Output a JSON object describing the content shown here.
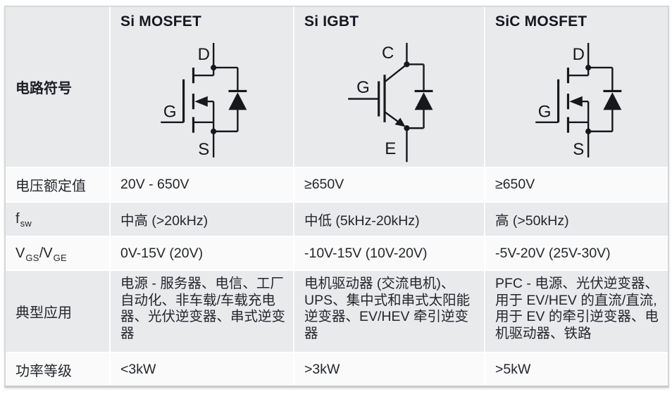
{
  "colors": {
    "row_gray": "#e9eaec",
    "row_white": "#fafafa",
    "border": "#d6d7d8",
    "text": "#23262c",
    "header_text": "#15171f"
  },
  "table": {
    "headers": {
      "col2": "Si MOSFET",
      "col3": "Si IGBT",
      "col4": "SiC MOSFET"
    },
    "symbol_row": {
      "label": "电路符号",
      "symbols": [
        {
          "type": "mosfet",
          "top_terminal": "D",
          "gate_terminal": "G",
          "bottom_terminal": "S"
        },
        {
          "type": "igbt",
          "top_terminal": "C",
          "gate_terminal": "G",
          "bottom_terminal": "E"
        },
        {
          "type": "mosfet",
          "top_terminal": "D",
          "gate_terminal": "G",
          "bottom_terminal": "S"
        }
      ]
    },
    "rows": [
      {
        "label": "电压额定值",
        "values": [
          "20V - 650V",
          "≥650V",
          "≥650V"
        ]
      },
      {
        "label_base": "f",
        "label_sub": "sw",
        "values": [
          "中高 (>20kHz)",
          "中低 (5kHz-20kHz)",
          "高 (>50kHz)"
        ]
      },
      {
        "label_base1": "V",
        "label_sub1": "GS",
        "label_sep": "/",
        "label_base2": "V",
        "label_sub2": "GE",
        "values": [
          "0V-15V (20V)",
          "-10V-15V (10V-20V)",
          "-5V-20V (25V-30V)"
        ]
      },
      {
        "label": "典型应用",
        "values": [
          "电源 - 服务器、电信、工厂自动化、非车载/车载充电器、光伏逆变器、串式逆变器",
          "电机驱动器 (交流电机)、UPS、集中式和串式太阳能逆变器、EV/HEV 牵引逆变器",
          "PFC - 电源、光伏逆变器、用于 EV/HEV 的直流/直流, 用于 EV 的牵引逆变器、电机驱动器、铁路"
        ]
      },
      {
        "label": "功率等级",
        "values": [
          "<3kW",
          ">3kW",
          ">5kW"
        ]
      }
    ]
  }
}
